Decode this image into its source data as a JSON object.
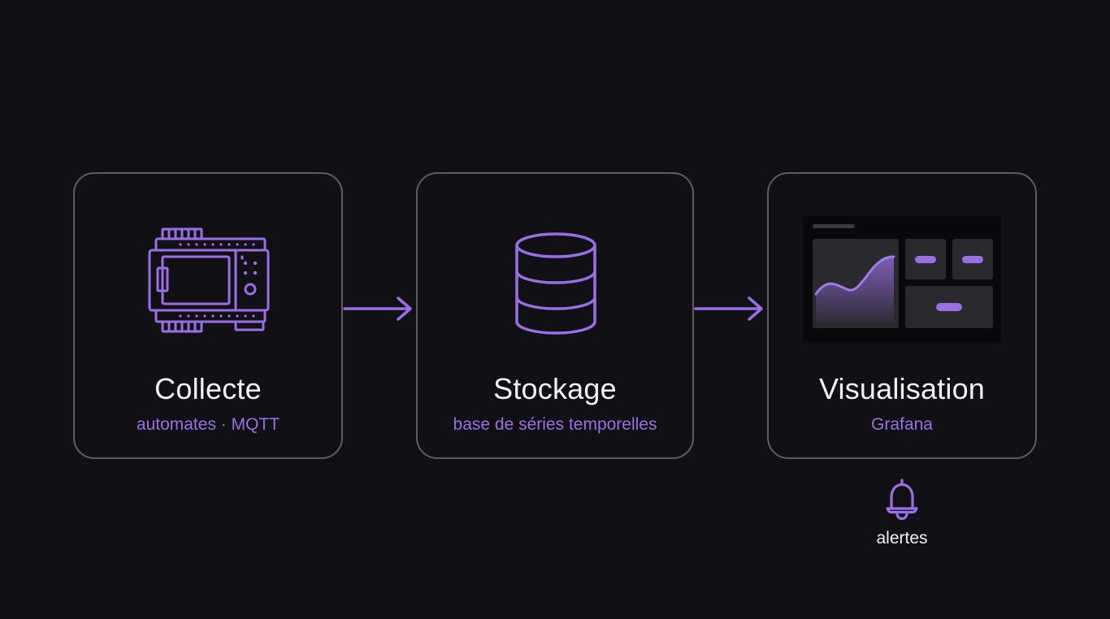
{
  "stages": [
    {
      "title": "Collecte",
      "subtitle": "automates · MQTT",
      "icon": "plc-controller-icon"
    },
    {
      "title": "Stockage",
      "subtitle": "base de séries temporelles",
      "icon": "database-icon"
    },
    {
      "title": "Visualisation",
      "subtitle": "Grafana",
      "icon": "dashboard-icon"
    }
  ],
  "alerts": {
    "label": "alertes",
    "icon": "bell-icon"
  },
  "colors": {
    "background": "#111115",
    "card_border": "#5d5d62",
    "accent": "#9a6fe6",
    "text": "#f2f2f4",
    "dashboard_panel": "#2a2a2e"
  }
}
